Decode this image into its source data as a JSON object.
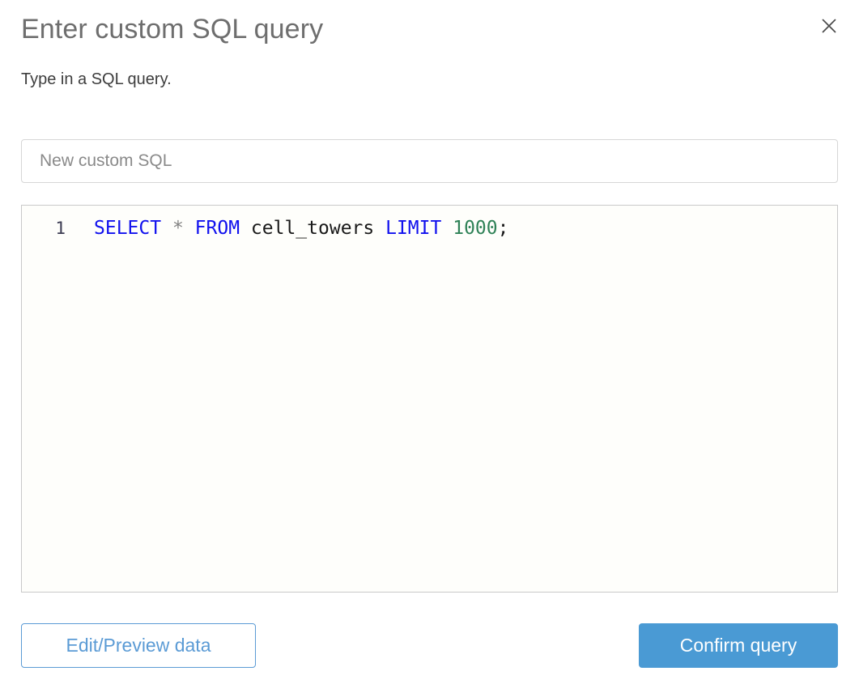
{
  "dialog": {
    "title": "Enter custom SQL query",
    "subtitle": "Type in a SQL query.",
    "close_icon": "close-icon"
  },
  "name_field": {
    "value": "New custom SQL",
    "placeholder": "New custom SQL"
  },
  "editor": {
    "line_number": "1",
    "query": "SELECT * FROM cell_towers LIMIT 1000;",
    "tokens": [
      {
        "text": "SELECT",
        "type": "keyword"
      },
      {
        "text": " ",
        "type": "plain"
      },
      {
        "text": "*",
        "type": "operator"
      },
      {
        "text": " ",
        "type": "plain"
      },
      {
        "text": "FROM",
        "type": "keyword"
      },
      {
        "text": " ",
        "type": "plain"
      },
      {
        "text": "cell_towers",
        "type": "ident"
      },
      {
        "text": " ",
        "type": "plain"
      },
      {
        "text": "LIMIT",
        "type": "keyword"
      },
      {
        "text": " ",
        "type": "plain"
      },
      {
        "text": "1000",
        "type": "number"
      },
      {
        "text": ";",
        "type": "punct"
      }
    ]
  },
  "footer": {
    "secondary_label": "Edit/Preview data",
    "primary_label": "Confirm query"
  },
  "colors": {
    "accent": "#4a9ad4",
    "accent_border": "#5b9bd5",
    "keyword": "#1111ee",
    "number": "#2f8257",
    "operator": "#808080",
    "title": "#6e6e6e",
    "editor_bg": "#fefefb"
  }
}
